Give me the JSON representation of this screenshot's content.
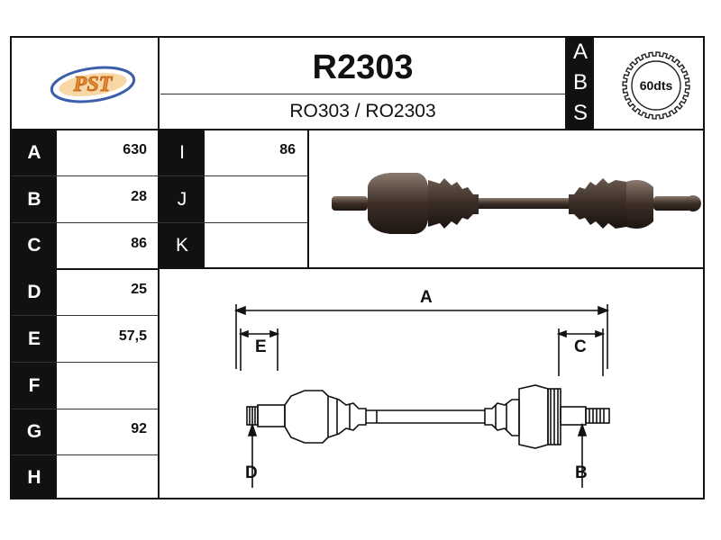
{
  "header": {
    "logo_text": "PST",
    "part_number": "R2303",
    "references": "RO303 / RO2303",
    "abs_letters": [
      "A",
      "B",
      "S"
    ],
    "teeth_label": "60dts"
  },
  "left_table": [
    {
      "letter": "A",
      "value": "630"
    },
    {
      "letter": "B",
      "value": "28"
    },
    {
      "letter": "C",
      "value": "86"
    },
    {
      "letter": "D",
      "value": "25"
    },
    {
      "letter": "E",
      "value": "57,5"
    },
    {
      "letter": "F",
      "value": ""
    },
    {
      "letter": "G",
      "value": "92"
    },
    {
      "letter": "H",
      "value": ""
    }
  ],
  "mid_table": [
    {
      "letter": "I",
      "value": "86"
    },
    {
      "letter": "J",
      "value": ""
    },
    {
      "letter": "K",
      "value": ""
    }
  ],
  "diagram": {
    "labels": {
      "A": "A",
      "B": "B",
      "C": "C",
      "D": "D",
      "E": "E"
    }
  },
  "colors": {
    "frame": "#111111",
    "shaft_photo": "#3d2e27",
    "logo_orange": "#e8892b",
    "logo_blue": "#3a5fa8"
  }
}
